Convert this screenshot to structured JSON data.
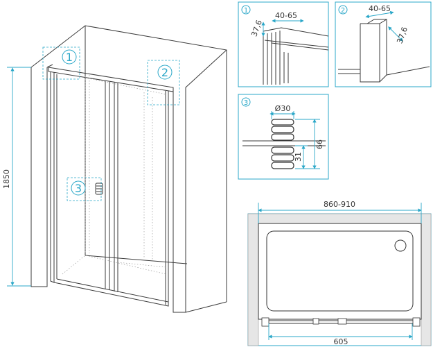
{
  "main_view": {
    "height_dim": "1850",
    "callouts": [
      "1",
      "2",
      "3"
    ]
  },
  "detail_1": {
    "num": "1",
    "dim_a": "40-65",
    "dim_b": "37,6"
  },
  "detail_2": {
    "num": "2",
    "dim_a": "40-65",
    "dim_b": "37,6"
  },
  "detail_3": {
    "num": "3",
    "dim_diam": "Ø30",
    "dim_total": "66",
    "dim_lower": "31"
  },
  "plan_view": {
    "width_dim": "860-910",
    "opening_dim": "605"
  },
  "colors": {
    "accent": "#2aa7c8",
    "line": "#3a3a3a"
  }
}
